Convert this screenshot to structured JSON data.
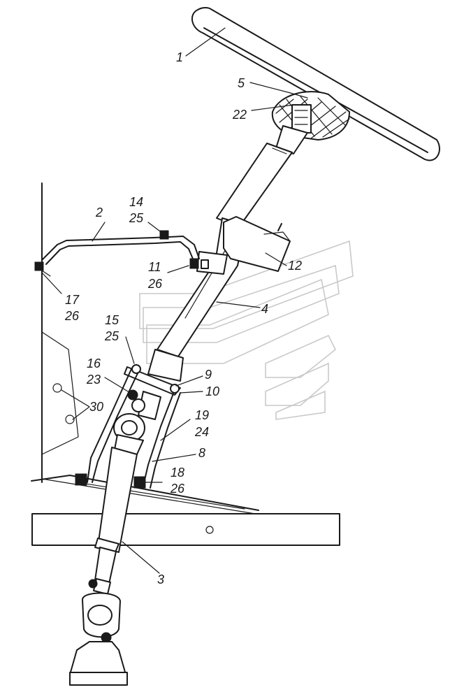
{
  "labels": {
    "l1": "1",
    "l2": "2",
    "l3": "3",
    "l4": "4",
    "l5": "5",
    "l8": "8",
    "l9": "9",
    "l10": "10",
    "l11": "11",
    "l12": "12",
    "l14": "14",
    "l15": "15",
    "l16": "16",
    "l17": "17",
    "l18": "18",
    "l19": "19",
    "l22": "22",
    "l23": "23",
    "l24": "24",
    "l25a": "25",
    "l25b": "25",
    "l26a": "26",
    "l26b": "26",
    "l26c": "26",
    "l30": "30"
  }
}
